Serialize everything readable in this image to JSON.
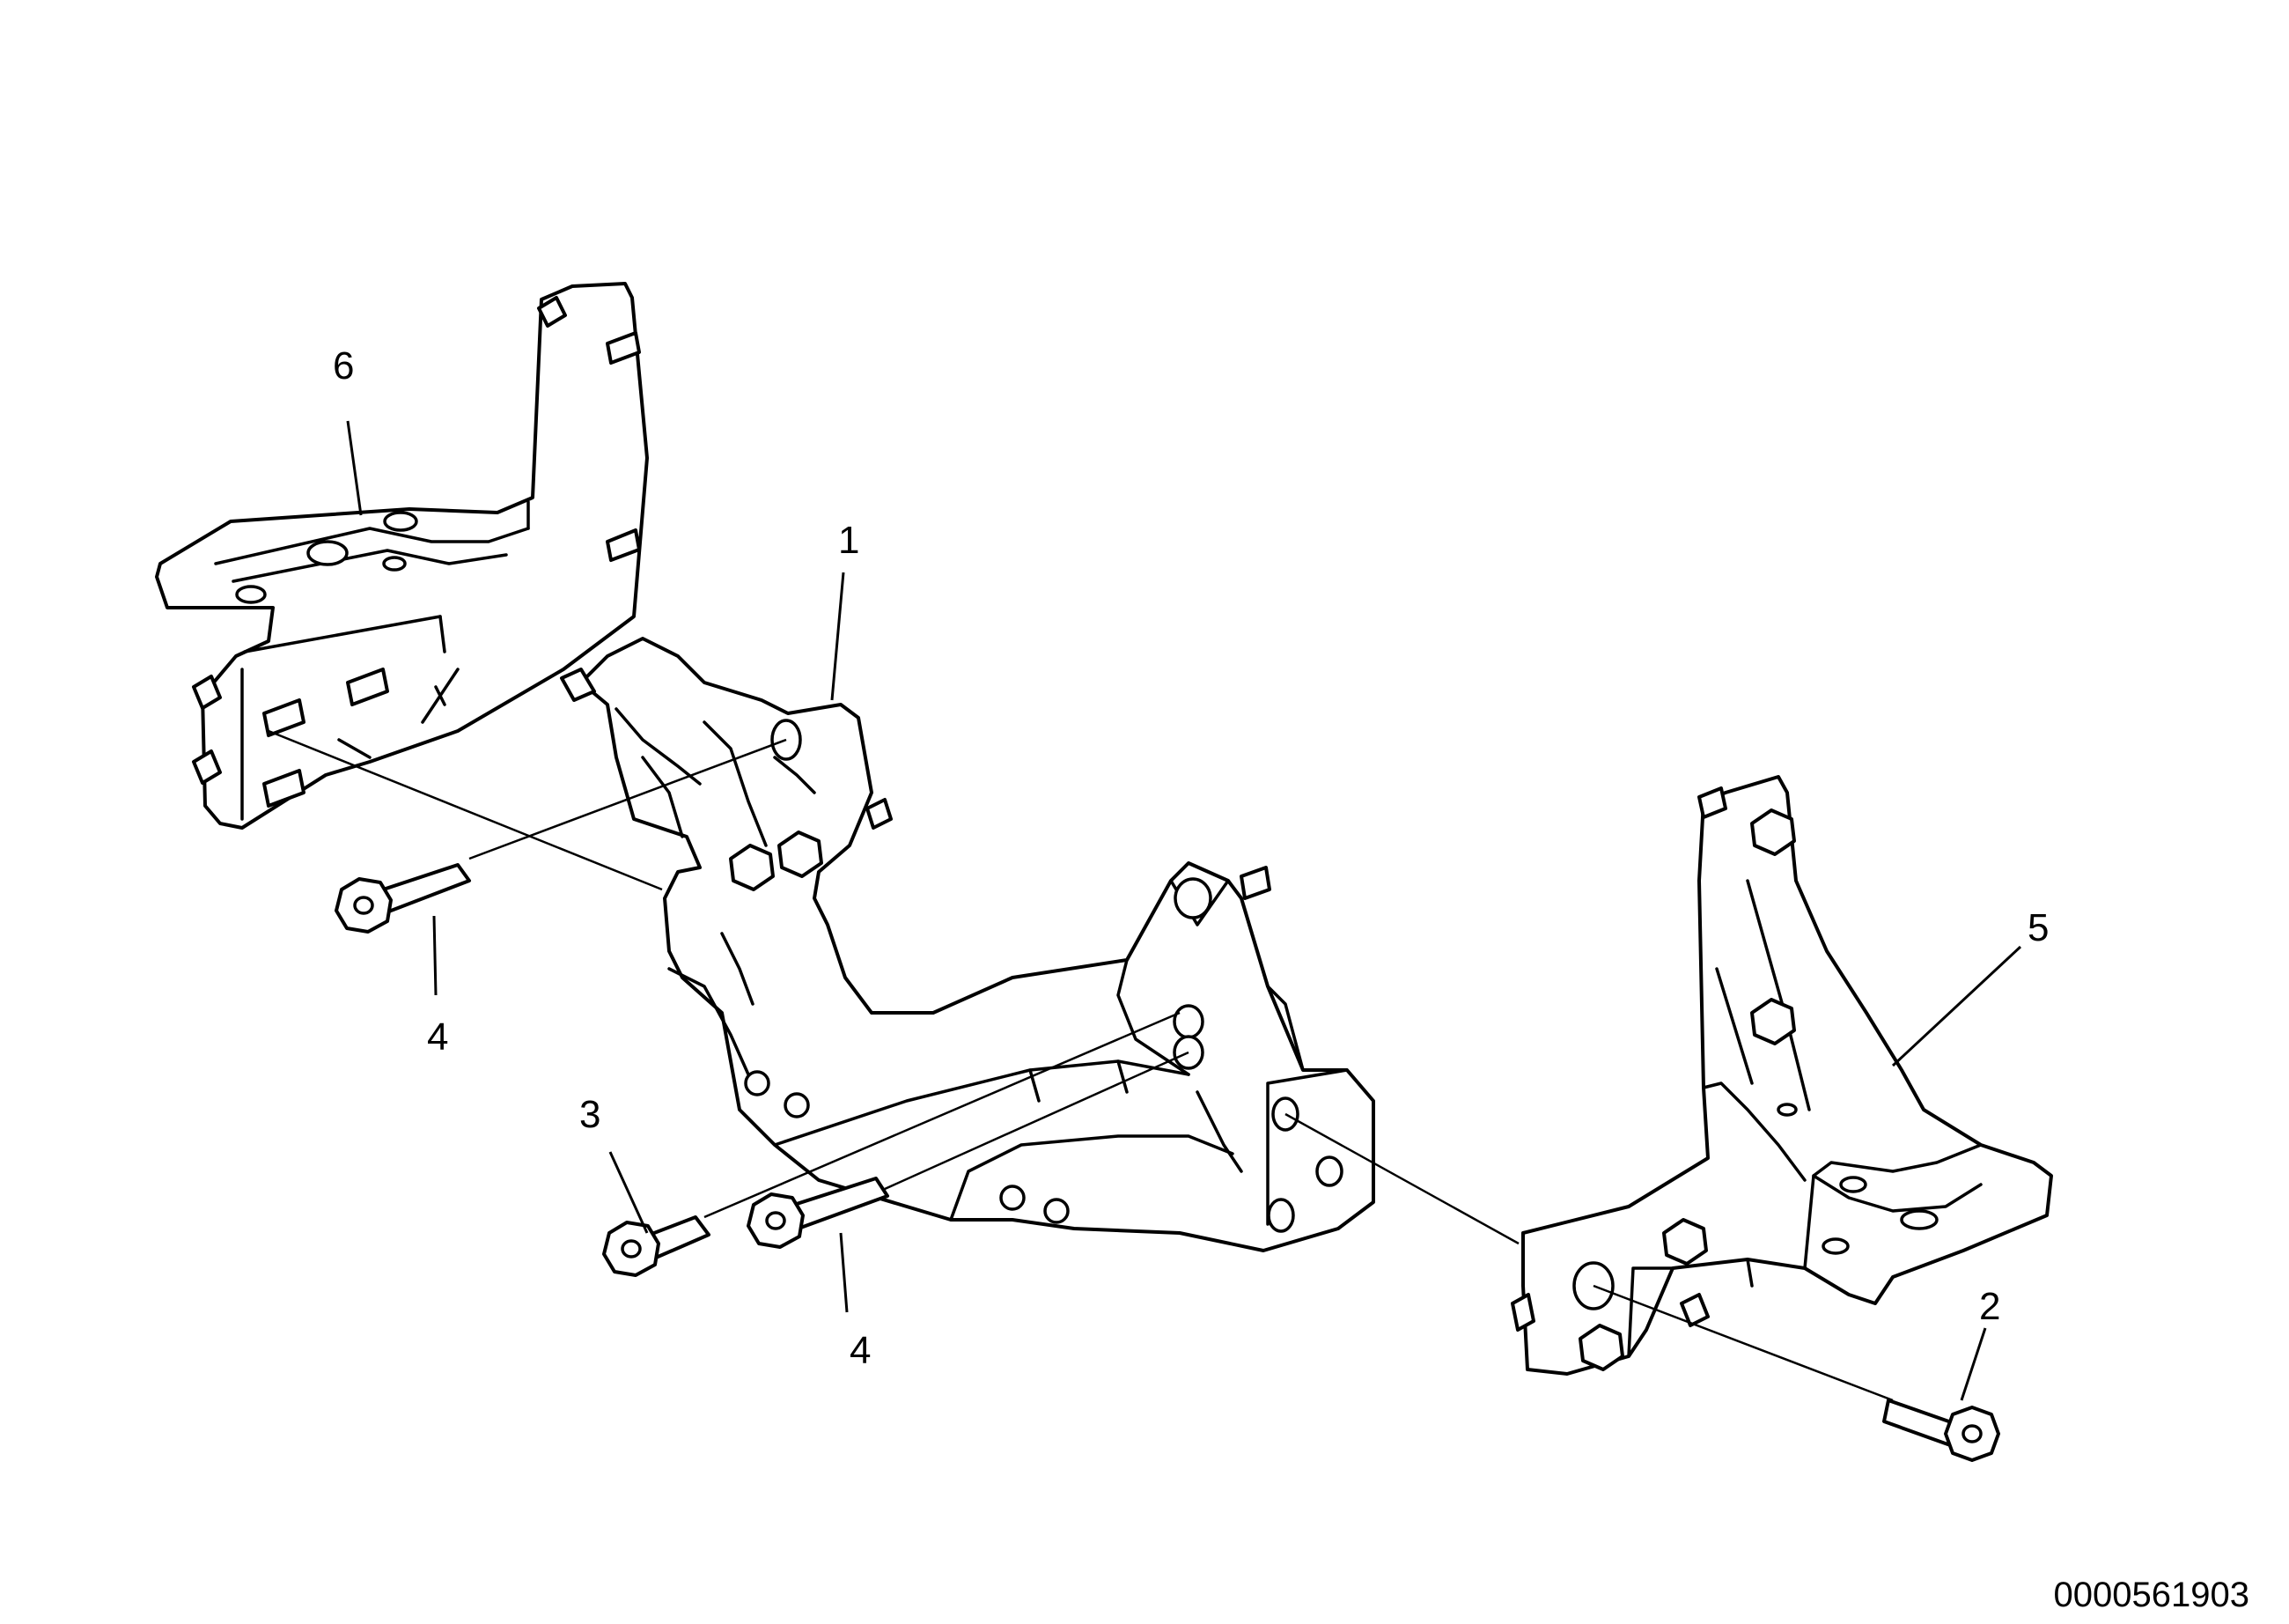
{
  "callouts": {
    "c1": "1",
    "c2": "2",
    "c3": "3",
    "c4a": "4",
    "c4b": "4",
    "c5": "5",
    "c6": "6"
  },
  "document_number": "0000561903"
}
